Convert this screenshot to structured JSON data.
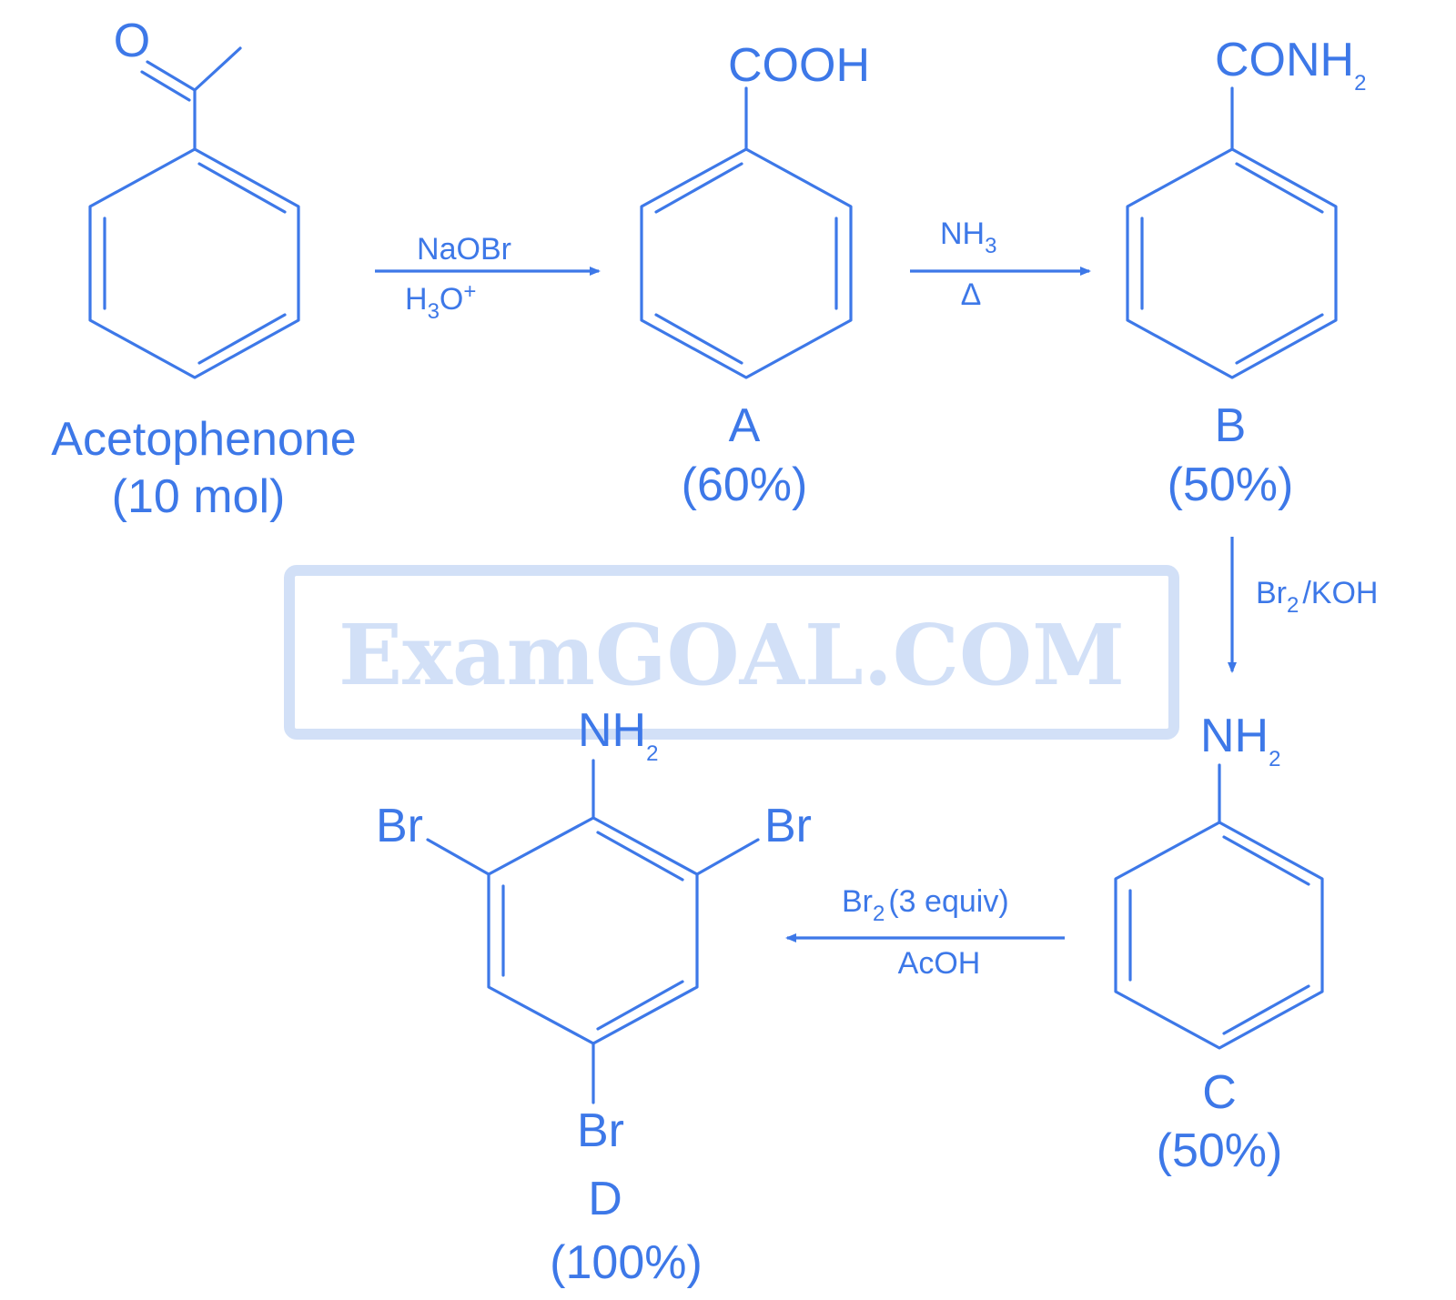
{
  "colors": {
    "ink": "#3d78e8",
    "watermark": "#d2e0f7"
  },
  "watermark": "ExamGOAL.COM",
  "start": {
    "carbonyl_o": "O",
    "name": "Acetophenone",
    "amount": "(10 mol)"
  },
  "step1": {
    "reagent_top": "NaOBr",
    "reagent_bottom_h": "H",
    "reagent_bottom_sub": "3",
    "reagent_bottom_rest": "O",
    "reagent_bottom_sup": "+"
  },
  "product_a": {
    "group": "COOH",
    "label": "A",
    "yield": "(60%)"
  },
  "step2": {
    "reagent_top_main": "NH",
    "reagent_top_sub": "3",
    "reagent_bottom": "Δ"
  },
  "product_b": {
    "group_main": "CONH",
    "group_sub": "2",
    "label": "B",
    "yield": "(50%)"
  },
  "step3": {
    "reagent_main": "Br",
    "reagent_sub": "2",
    "reagent_rest": "/KOH"
  },
  "product_c": {
    "group_main": "NH",
    "group_sub": "2",
    "label": "C",
    "yield": "(50%)"
  },
  "step4": {
    "reagent_top_main": "Br",
    "reagent_top_sub": "2",
    "reagent_top_rest": "(3 equiv)",
    "reagent_bottom": "AcOH"
  },
  "product_d": {
    "group_main": "NH",
    "group_sub": "2",
    "br_left": "Br",
    "br_right": "Br",
    "br_bottom": "Br",
    "label": "D",
    "yield": "(100%)"
  }
}
